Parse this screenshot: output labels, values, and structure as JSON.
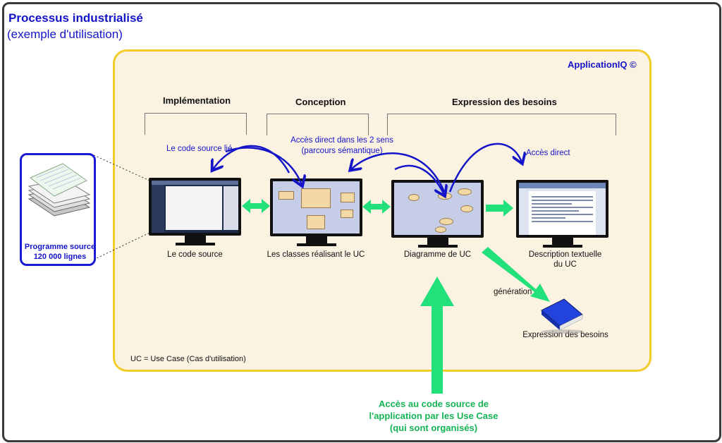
{
  "title": "Processus industrialisé",
  "subtitle": "(exemple d'utilisation)",
  "brand": "ApplicationIQ ©",
  "phases": {
    "implementation": "Implémentation",
    "conception": "Conception",
    "expression": "Expression des besoins"
  },
  "source_program": {
    "line1": "Programme source",
    "line2": "120 000 lignes"
  },
  "screens": {
    "code": "Le code source",
    "classes": "Les classes réalisant le UC",
    "diagram": "Diagramme de UC",
    "description_line1": "Description textuelle",
    "description_line2": "du UC"
  },
  "links": {
    "code_link": "Le code source lié",
    "bidirectional_line1": "Accès direct dans les 2 sens",
    "bidirectional_line2": "(parcours sémantique)",
    "direct": "Accès direct",
    "generation": "génération"
  },
  "output": "Expression des besoins",
  "footnote": "UC = Use Case (Cas d'utilisation)",
  "access_note": {
    "line1": "Accès au code source de",
    "line2": "l'application par les Use Case",
    "line3": "(qui sont organisés)"
  },
  "colors": {
    "accent_blue": "#1414c8",
    "panel_border": "#f2cc2a",
    "panel_fill": "#fbf2e2",
    "arrow_green": "#22e07a"
  }
}
